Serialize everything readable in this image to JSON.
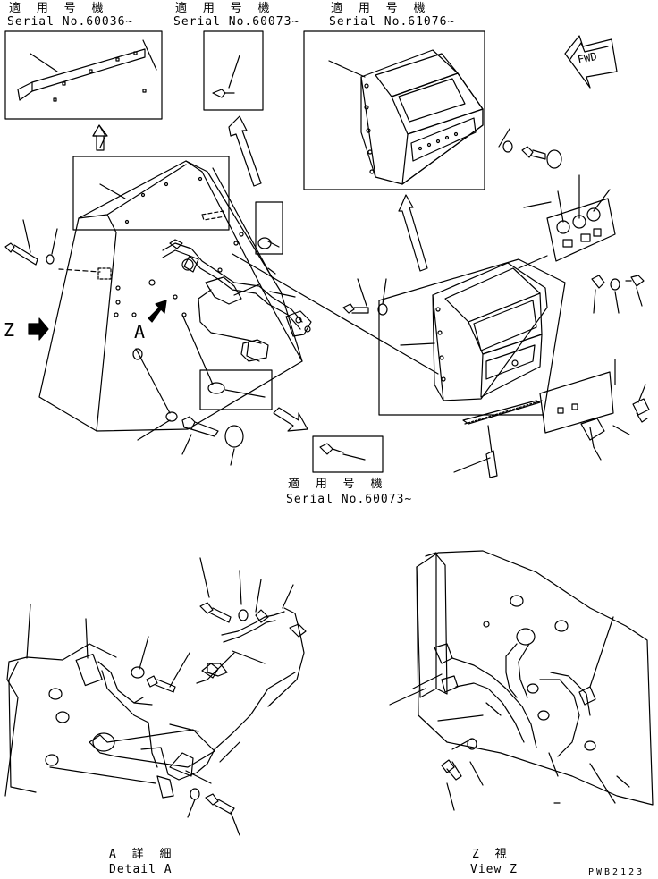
{
  "labels": {
    "top_left_jp": "適 用 号 機",
    "top_left_serial": "Serial No.60036~",
    "top_mid_jp": "適 用 号 機",
    "top_mid_serial": "Serial No.60073~",
    "top_right_jp": "適 用 号 機",
    "top_right_serial": "Serial No.61076~",
    "mid_jp": "適 用 号 機",
    "mid_serial": "Serial No.60073~",
    "fwd": "FWD",
    "view_z_marker": "Z",
    "detail_a_marker": "A",
    "detail_a_jp": "A 詳 細",
    "detail_a_en": "Detail A",
    "view_z_jp": "Z   視",
    "view_z_en": "View Z",
    "drawing_code": "PWB2123"
  }
}
